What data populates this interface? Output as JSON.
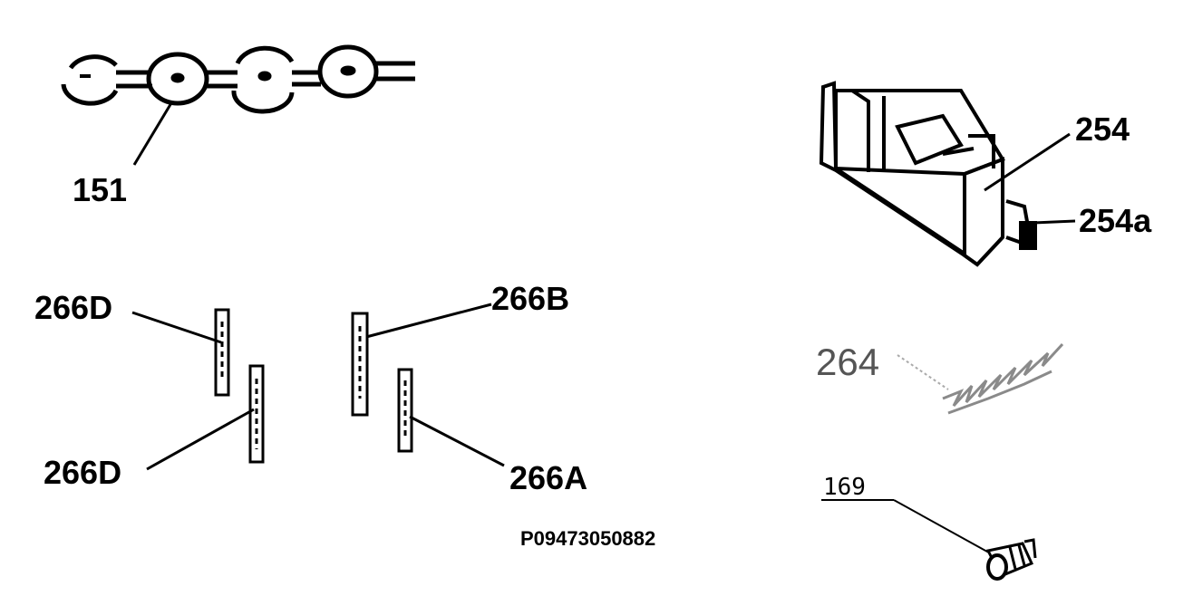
{
  "labels": {
    "chain": "151",
    "box": "254",
    "box_connector": "254a",
    "spring": "264",
    "pin": "169",
    "strip_b": "266B",
    "strip_d_upper": "266D",
    "strip_d_lower": "266D",
    "strip_a": "266A"
  },
  "drawing_code": "P09473050882"
}
